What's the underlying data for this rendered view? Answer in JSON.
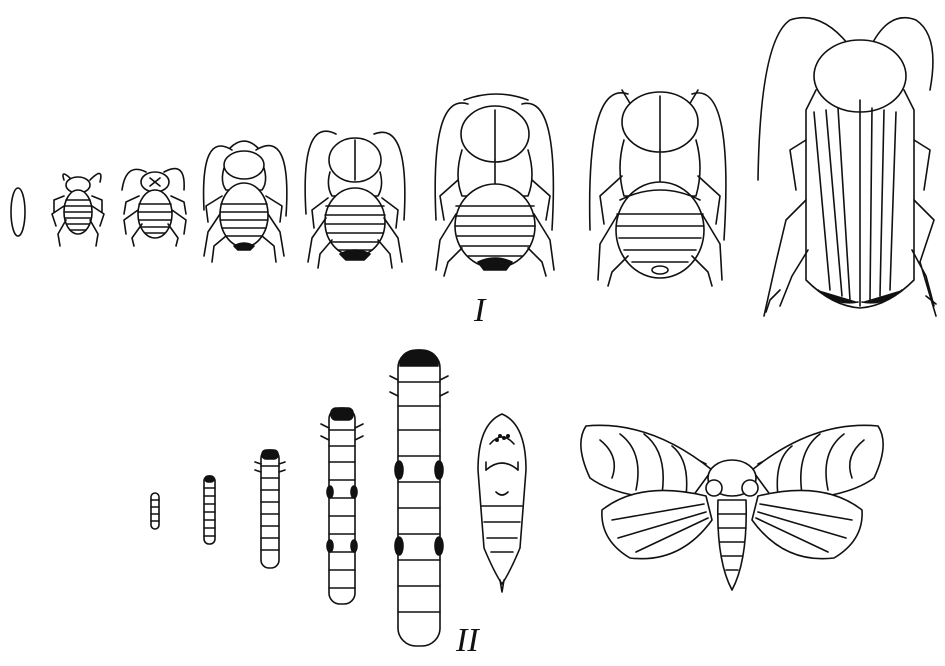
{
  "figure": {
    "row_labels": {
      "incomplete_metamorphosis": "I",
      "complete_metamorphosis": "II"
    },
    "row_I_stages": [
      "egg",
      "nymph-1",
      "nymph-2",
      "nymph-3",
      "nymph-4",
      "nymph-5",
      "nymph-6",
      "adult-cockroach"
    ],
    "row_II_stages": [
      "larva-1",
      "larva-2",
      "larva-3",
      "larva-4",
      "larva-5",
      "pupa",
      "adult-moth"
    ]
  }
}
